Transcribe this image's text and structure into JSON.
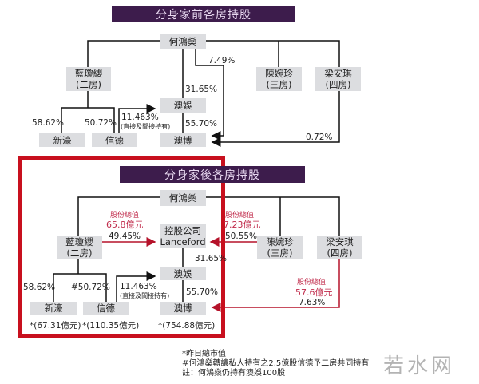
{
  "before": {
    "title": "分身家前各房持股",
    "ho": "何鴻燊",
    "lam": {
      "name": "藍瓊纓",
      "house": "(二房)"
    },
    "chan": {
      "name": "陳婉珍",
      "house": "(三房)"
    },
    "leung": {
      "name": "梁安琪",
      "house": "(四房)"
    },
    "std": "澳娛",
    "sjm": "澳博",
    "shun_tak": "信德",
    "shk": "新濠",
    "pct_ho_sjm": "7.49%",
    "pct_ho_std": "31.65%",
    "pct_shk": "58.62%",
    "pct_shuntak": "50.72%",
    "pct_shuntak_std": "11.463%",
    "pct_note": "(直接及間接持有)",
    "pct_std_sjm": "55.70%",
    "pct_leung_sjm": "0.72%"
  },
  "after": {
    "title": "分身家後各房持股",
    "ho": "何鴻燊",
    "lam": {
      "name": "藍瓊纓",
      "house": "(二房)"
    },
    "chan": {
      "name": "陳婉珍",
      "house": "(三房)"
    },
    "leung": {
      "name": "梁安琪",
      "house": "(四房)"
    },
    "lanceford": {
      "line1": "控股公司",
      "line2": "Lanceford"
    },
    "std": "澳娛",
    "sjm": "澳博",
    "shun_tak": "信德",
    "shk": "新濠",
    "lam_value_label": "股份總值",
    "lam_value": "65.8億元",
    "lam_pct": "49.45%",
    "chan_value_label": "股份總值",
    "chan_value": "7.23億元",
    "chan_pct": "50.55%",
    "leung_value_label": "股份總值",
    "leung_value": "57.6億元",
    "leung_pct": "7.63%",
    "pct_lance_std": "31.65%",
    "pct_shk": "58.62%",
    "pct_shuntak": "#50.72%",
    "pct_shuntak_std": "11.463%",
    "pct_note": "(直接及間接持有)",
    "pct_std_sjm": "55.70%",
    "shk_mv": "*(67.31億元)",
    "shuntak_mv": "*(110.35億元)",
    "sjm_mv": "*(754.88億元)"
  },
  "footnotes": [
    "*昨日總市值",
    "#何鴻燊轉讓私人持有之2.5億股信德予二房共同持有",
    "註：何鴻燊仍持有澳娛100股"
  ],
  "watermark": "若水网",
  "colors": {
    "title_bg": "#3d1c4c",
    "highlight_frame": "#c8101e",
    "value_text": "#c02a4a",
    "box": "#dcdde0"
  }
}
